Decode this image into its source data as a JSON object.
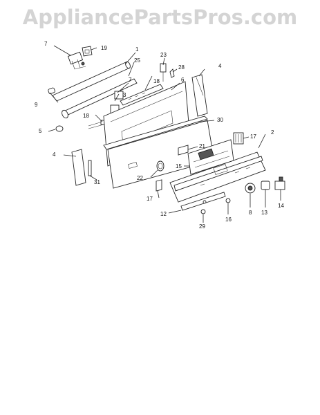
{
  "watermark": "AppliancePartsPros.com",
  "callouts": [
    {
      "id": "c1",
      "text": "1"
    },
    {
      "id": "c2",
      "text": "2"
    },
    {
      "id": "c3",
      "text": "3"
    },
    {
      "id": "c4a",
      "text": "4"
    },
    {
      "id": "c4b",
      "text": "4"
    },
    {
      "id": "c5",
      "text": "5"
    },
    {
      "id": "c6",
      "text": "6"
    },
    {
      "id": "c7a",
      "text": "7"
    },
    {
      "id": "c7b",
      "text": "7"
    },
    {
      "id": "c8",
      "text": "8"
    },
    {
      "id": "c9",
      "text": "9"
    },
    {
      "id": "c12",
      "text": "12"
    },
    {
      "id": "c13",
      "text": "13"
    },
    {
      "id": "c14",
      "text": "14"
    },
    {
      "id": "c15",
      "text": "15"
    },
    {
      "id": "c16",
      "text": "16"
    },
    {
      "id": "c17a",
      "text": "17"
    },
    {
      "id": "c17b",
      "text": "17"
    },
    {
      "id": "c18a",
      "text": "18"
    },
    {
      "id": "c18b",
      "text": "18"
    },
    {
      "id": "c19",
      "text": "19"
    },
    {
      "id": "c21",
      "text": "21"
    },
    {
      "id": "c22",
      "text": "22"
    },
    {
      "id": "c23",
      "text": "23"
    },
    {
      "id": "c25",
      "text": "25"
    },
    {
      "id": "c28",
      "text": "28"
    },
    {
      "id": "c29",
      "text": "29"
    },
    {
      "id": "c30",
      "text": "30"
    },
    {
      "id": "c31",
      "text": "31"
    }
  ]
}
